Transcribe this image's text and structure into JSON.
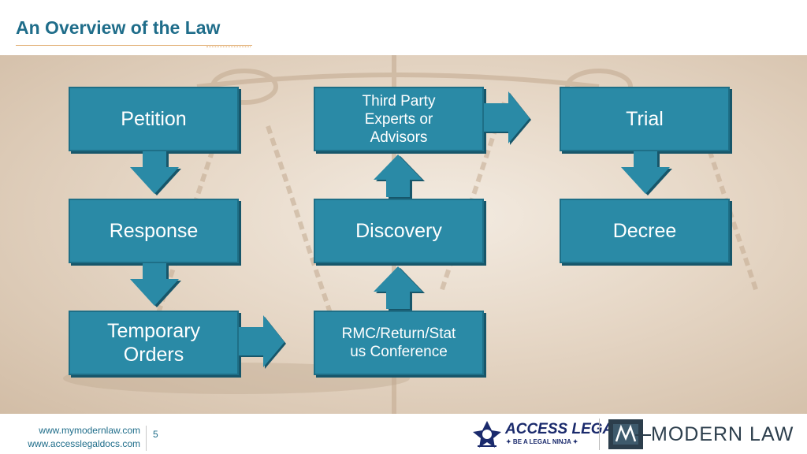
{
  "header": {
    "title": "An Overview of the Law"
  },
  "flow": {
    "petition": "Petition",
    "response": "Response",
    "temporary_orders": [
      "Temporary",
      "Orders"
    ],
    "third_party": [
      "Third Party",
      "Experts or",
      "Advisors"
    ],
    "discovery": "Discovery",
    "rmc": [
      "RMC/Return/Stat",
      "us Conference"
    ],
    "trial": "Trial",
    "decree": "Decree"
  },
  "footer": {
    "link1": "www.mymodernlaw.com",
    "link2": "www.accesslegaldocs.com",
    "page_number": "5",
    "access_logo": "ACCESS LEGAL",
    "access_tagline": "✦ BE A LEGAL NINJA ✦",
    "modern_logo": "MODERN LAW"
  },
  "colors": {
    "box": "#2a8aa6",
    "title": "#1f6d8a",
    "accent_rule": "#e0a96a"
  }
}
